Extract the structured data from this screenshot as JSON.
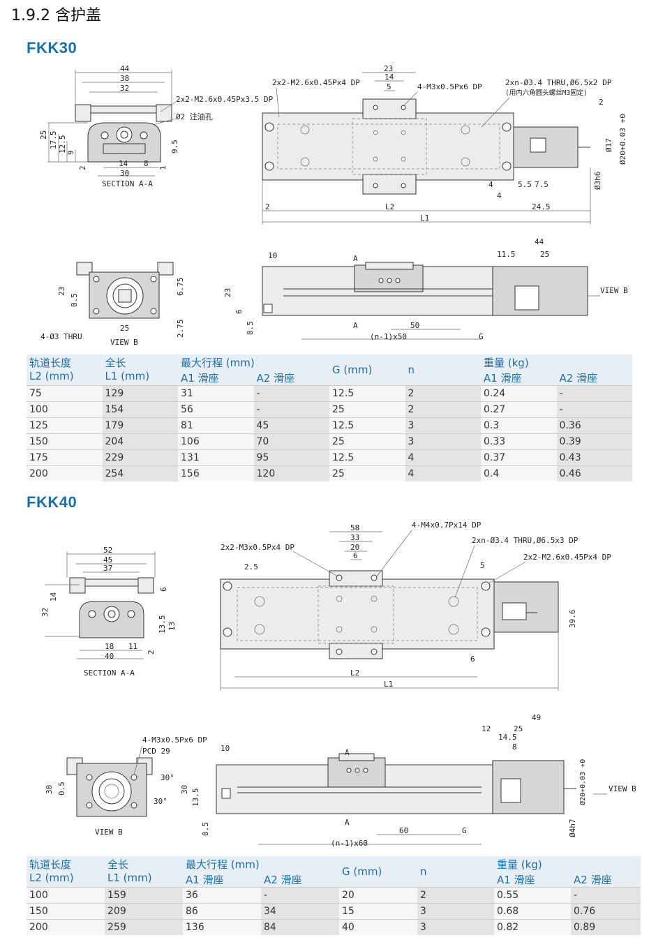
{
  "section_title": "1.9.2  含护盖",
  "fkk30": {
    "model": "FKK30",
    "labels": {
      "sec_44": "44",
      "sec_38": "38",
      "sec_32": "32",
      "sec_screw": "2x2-M2.6x0.45Px3.5 DP",
      "sec_oil": "Ø2 注油孔",
      "sec_25": "25",
      "sec_175": "17.5",
      "sec_125": "12.5",
      "sec_9": "9",
      "sec_95": "9.5",
      "sec_2": "2",
      "sec_14": "14",
      "sec_8": "8",
      "sec_1": "1",
      "sec_30": "30",
      "sec_caption": "SECTION A-A",
      "top_23": "23",
      "top_14": "14",
      "top_5": "5",
      "top_screw1": "2x2-M2.6x0.45Px4 DP",
      "top_screw2": "4-M3x0.5Px6 DP",
      "top_thru": "2xn-Ø3.4 THRU,Ø6.5x2 DP",
      "top_thru_note": "(用内六角圆头螺丝M3固定)",
      "top_2r": "2",
      "top_d17": "Ø17",
      "top_d20": "Ø20+0.03 +0",
      "top_d3": "Ø3h6",
      "top_4a": "4",
      "top_4b": "4",
      "top_55": "5.5",
      "top_75": "7.5",
      "top_2": "2",
      "top_L2": "L2",
      "top_245": "24.5",
      "top_L1": "L1",
      "vb_23": "23",
      "vb_05": "0.5",
      "vb_675": "6.75",
      "vb_25": "25",
      "vb_275": "2.75",
      "vb_holes": "4-Ø3 THRU",
      "vb_caption": "VIEW B",
      "sd_10": "10",
      "sd_A1": "A",
      "sd_A2": "A",
      "sd_44": "44",
      "sd_115": "11.5",
      "sd_25": "25",
      "sd_viewb": "VIEW B",
      "sd_23": "23",
      "sd_6": "6",
      "sd_05": "0.5",
      "sd_50": "50",
      "sd_n50": "(n-1)x50",
      "sd_G": "G"
    },
    "table": {
      "h": {
        "rail": "轨道长度\nL2 (mm)",
        "len": "全长\nL1 (mm)",
        "stroke": "最大行程 (mm)",
        "g": "G (mm)",
        "n": "n",
        "weight": "重量 (kg)",
        "a1": "A1 滑座",
        "a2": "A2 滑座",
        "wa1": "A1 滑座",
        "wa2": "A2 滑座"
      },
      "rows": [
        [
          "75",
          "129",
          "31",
          "-",
          "12.5",
          "2",
          "0.24",
          "-"
        ],
        [
          "100",
          "154",
          "56",
          "-",
          "25",
          "2",
          "0.27",
          "-"
        ],
        [
          "125",
          "179",
          "81",
          "45",
          "12.5",
          "3",
          "0.3",
          "0.36"
        ],
        [
          "150",
          "204",
          "106",
          "70",
          "25",
          "3",
          "0.33",
          "0.39"
        ],
        [
          "175",
          "229",
          "131",
          "95",
          "12.5",
          "4",
          "0.37",
          "0.43"
        ],
        [
          "200",
          "254",
          "156",
          "120",
          "25",
          "4",
          "0.4",
          "0.46"
        ]
      ]
    }
  },
  "fkk40": {
    "model": "FKK40",
    "labels": {
      "sec_52": "52",
      "sec_45": "45",
      "sec_37": "37",
      "sec_6": "6",
      "sec_14": "14",
      "sec_32": "32",
      "sec_135": "13.5",
      "sec_13": "13",
      "sec_2": "2",
      "sec_18": "18",
      "sec_11": "11",
      "sec_40": "40",
      "sec_caption": "SECTION A-A",
      "top_58": "58",
      "top_33": "33",
      "top_20": "20",
      "top_6": "6",
      "top_screw": "4-M4x0.7Px14 DP",
      "top_screw1": "2x2-M3x0.5Px4 DP",
      "top_thru": "2xn-Ø3.4 THRU,Ø6.5x3 DP",
      "top_screw2": "2x2-M2.6x0.45Px4 DP",
      "top_25": "2.5",
      "top_5": "5",
      "top_396": "39.6",
      "top_6b": "6",
      "top_L2": "L2",
      "top_L1": "L1",
      "vb_screw": "4-M3x0.5Px6 DP",
      "vb_pcd": "PCD  29",
      "vb_30a": "30°",
      "vb_30b": "30°",
      "vb_30": "30",
      "vb_05": "0.5",
      "vb_caption": "VIEW B",
      "sd_10": "10",
      "sd_A1": "A",
      "sd_A2": "A",
      "sd_30": "30",
      "sd_135": "13.5",
      "sd_05": "0.5",
      "sd_49": "49",
      "sd_12": "12",
      "sd_25": "25",
      "sd_145": "14.5",
      "sd_8": "8",
      "sd_d20": "Ø20+0.03 +0",
      "sd_d4": "Ø4h7",
      "sd_viewb": "VIEW B",
      "sd_60": "60",
      "sd_G": "G",
      "sd_n60": "(n-1)x60"
    },
    "table": {
      "h": {
        "rail": "轨道长度\nL2 (mm)",
        "len": "全长\nL1 (mm)",
        "stroke": "最大行程 (mm)",
        "g": "G (mm)",
        "n": "n",
        "weight": "重量 (kg)",
        "a1": "A1 滑座",
        "a2": "A2 滑座",
        "wa1": "A1 滑座",
        "wa2": "A2 滑座"
      },
      "rows": [
        [
          "100",
          "159",
          "36",
          "-",
          "20",
          "2",
          "0.55",
          "-"
        ],
        [
          "150",
          "209",
          "86",
          "34",
          "15",
          "3",
          "0.68",
          "0.76"
        ],
        [
          "200",
          "259",
          "136",
          "84",
          "40",
          "3",
          "0.82",
          "0.89"
        ]
      ]
    }
  }
}
